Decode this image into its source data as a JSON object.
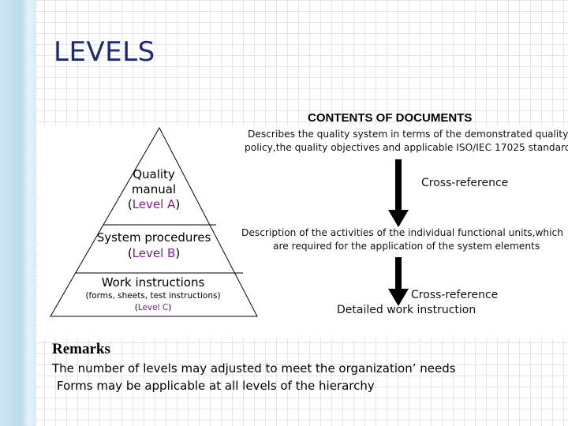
{
  "slide": {
    "title": "LEVELS"
  },
  "pyramid": {
    "level_a": {
      "line1": "Quality",
      "line2": "manual",
      "open": "(",
      "level": "Level A",
      "close": ")"
    },
    "level_b": {
      "line1": "System procedures",
      "open": "(",
      "level": "Level B",
      "close": ")"
    },
    "level_c": {
      "line1": "Work instructions",
      "line2": "(forms, sheets, test instructions)",
      "open": "(",
      "level": "Level C",
      "close": ")"
    }
  },
  "contents": {
    "heading": "CONTENTS OF DOCUMENTS",
    "desc_a_line1": "Describes the quality system in terms of the demonstrated quality",
    "desc_a_line2": "policy,the quality objectives and applicable ISO/IEC 17025 standard",
    "cross_ref_1": "Cross-reference",
    "desc_b_line1": "Description of the activities of the individual functional units,which",
    "desc_b_line2": "are required for the application of the system elements",
    "cross_ref_2": "Cross-reference",
    "detailed": "Detailed work instruction"
  },
  "remarks": {
    "title": "Remarks",
    "line1": "The number of levels may adjusted to meet the organization’ needs",
    "line2": "Forms may be applicable at all levels of the hierarchy"
  },
  "colors": {
    "title": "#1b2a7a",
    "level_label": "#7b1f8f",
    "arrow": "#000000"
  }
}
